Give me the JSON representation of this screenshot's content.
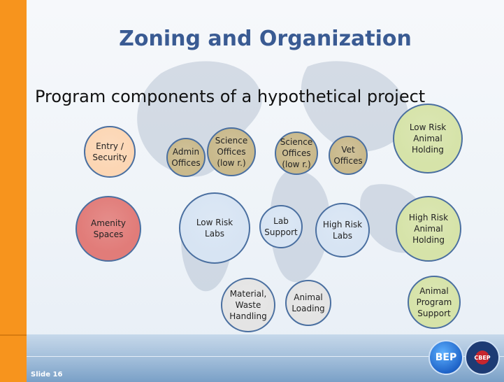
{
  "slide": {
    "title": "Zoning and Organization",
    "subtitle": "Program components of a hypothetical project",
    "slide_number": "Slide 16"
  },
  "bubbles": [
    {
      "id": "entry-security",
      "label": "Entry /\nSecurity",
      "fill": "#fcd6b4"
    },
    {
      "id": "admin-offices",
      "label": "Admin\nOffices",
      "fill": "#c9b98c"
    },
    {
      "id": "science-offices-1",
      "label": "Science\nOffices\n(low r.)",
      "fill": "#c9b98c"
    },
    {
      "id": "science-offices-2",
      "label": "Science\nOffices\n(low r.)",
      "fill": "#c9b98c"
    },
    {
      "id": "vet-offices",
      "label": "Vet\nOffices",
      "fill": "#c9b98c"
    },
    {
      "id": "low-risk-animal-holding",
      "label": "Low Risk\nAnimal\nHolding",
      "fill": "#d6e3a9"
    },
    {
      "id": "amenity-spaces",
      "label": "Amenity\nSpaces",
      "fill": "#e17c79"
    },
    {
      "id": "low-risk-labs",
      "label": "Low Risk\nLabs",
      "fill": "#d7e4f3"
    },
    {
      "id": "lab-support",
      "label": "Lab\nSupport",
      "fill": "#d7e4f3"
    },
    {
      "id": "high-risk-labs",
      "label": "High Risk\nLabs",
      "fill": "#d7e4f3"
    },
    {
      "id": "high-risk-animal-holding",
      "label": "High Risk\nAnimal\nHolding",
      "fill": "#d6e3a9"
    },
    {
      "id": "material-waste-handling",
      "label": "Material,\nWaste\nHandling",
      "fill": "#e4e4e4"
    },
    {
      "id": "animal-loading",
      "label": "Animal\nLoading",
      "fill": "#e4e4e4"
    },
    {
      "id": "animal-program-support",
      "label": "Animal\nProgram\nSupport",
      "fill": "#d6e3a9"
    }
  ],
  "logos": {
    "bep": "BEP",
    "cbep": "CBEP"
  },
  "colors": {
    "accent_bar": "#f7941d",
    "title": "#3a5b93",
    "bubble_border": "#4a6fa0"
  }
}
